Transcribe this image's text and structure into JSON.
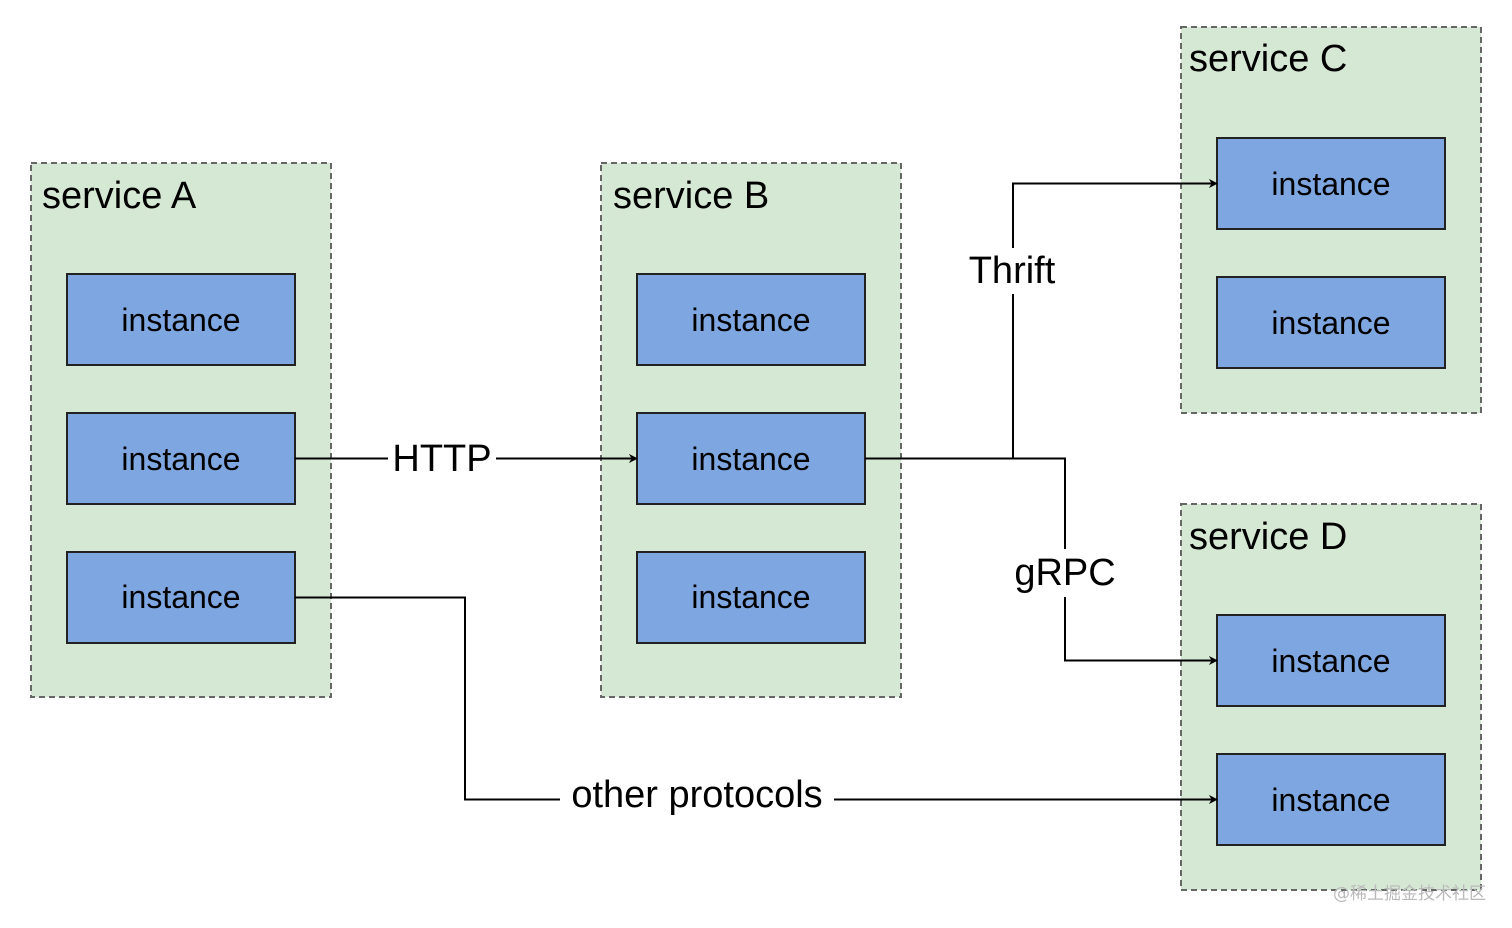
{
  "services": [
    {
      "id": "A",
      "title": "service A",
      "instances": [
        "instance",
        "instance",
        "instance"
      ]
    },
    {
      "id": "B",
      "title": "service B",
      "instances": [
        "instance",
        "instance",
        "instance"
      ]
    },
    {
      "id": "C",
      "title": "service C",
      "instances": [
        "instance",
        "instance"
      ]
    },
    {
      "id": "D",
      "title": "service D",
      "instances": [
        "instance",
        "instance"
      ]
    }
  ],
  "edges": [
    {
      "from": "A.1",
      "to": "B.1",
      "label": "HTTP"
    },
    {
      "from": "B.1",
      "to": "C.0",
      "label": "Thrift"
    },
    {
      "from": "B.1",
      "to": "D.0",
      "label": "gRPC"
    },
    {
      "from": "A.2",
      "to": "D.1",
      "label": "other protocols"
    }
  ],
  "watermark": "@稀土掘金技术社区",
  "colors": {
    "service_fill": "#d5e8d4",
    "service_border": "#666666",
    "instance_fill": "#7ea6e0",
    "instance_border": "#222222",
    "edge": "#000000"
  }
}
